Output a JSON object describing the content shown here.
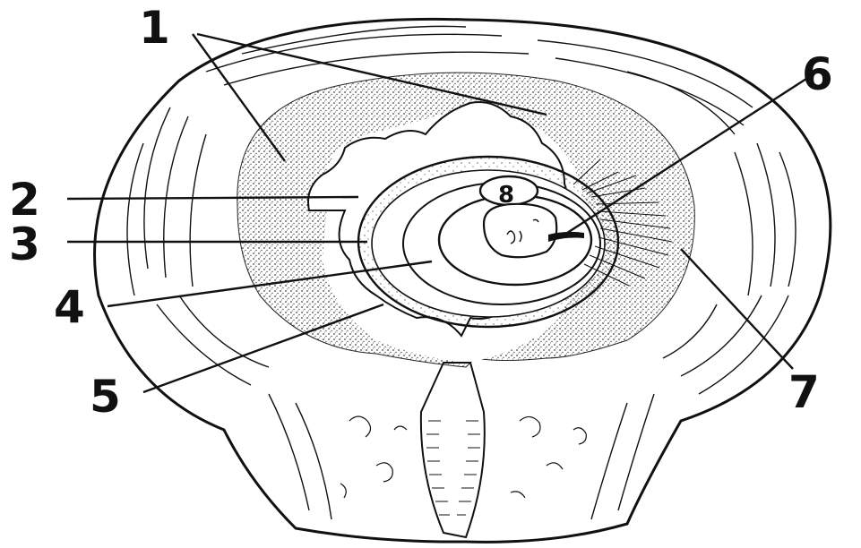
{
  "diagram": {
    "callouts": [
      {
        "id": "1",
        "label": "1"
      },
      {
        "id": "2",
        "label": "2"
      },
      {
        "id": "3",
        "label": "3"
      },
      {
        "id": "4",
        "label": "4"
      },
      {
        "id": "5",
        "label": "5"
      },
      {
        "id": "6",
        "label": "6"
      },
      {
        "id": "7",
        "label": "7"
      },
      {
        "id": "8",
        "label": "8"
      }
    ],
    "colors": {
      "ink": "#111111",
      "paper": "#ffffff",
      "stipple": "#444444"
    }
  }
}
